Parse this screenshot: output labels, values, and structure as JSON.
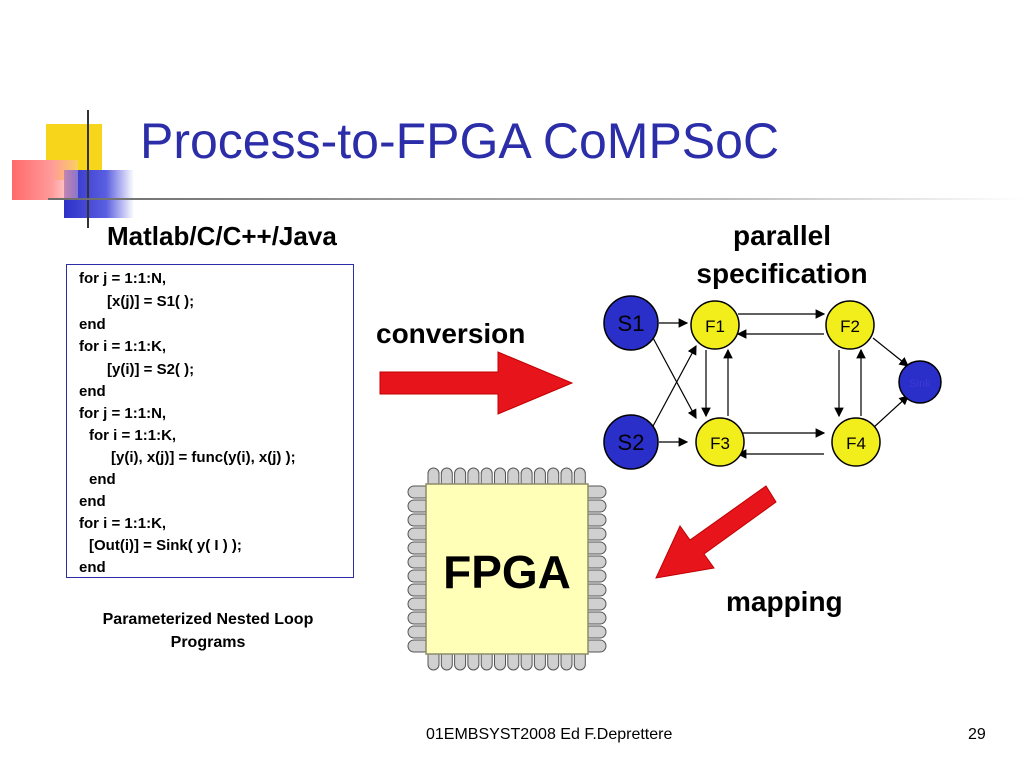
{
  "slide": {
    "title": "Process-to-FPGA CoMPSoC",
    "language_label": "Matlab/C/C++/Java",
    "code_lines": [
      "for j = 1:1:N,",
      "[x(j)] = S1( );",
      "end",
      "for i = 1:1:K,",
      "[y(i)] = S2( );",
      "end",
      "for j = 1:1:N,",
      "for i = 1:1:K,",
      "[y(i), x(j)] = func(y(i), x(j) );",
      "end",
      "end",
      "for i = 1:1:K,",
      "[Out(i)] = Sink( y( I ) );",
      "end"
    ],
    "caption": "Parameterized Nested Loop Programs",
    "conversion_label": "conversion",
    "parallel_label_line1": "parallel",
    "parallel_label_line2": "specification",
    "mapping_label": "mapping",
    "fpga_label": "FPGA",
    "footer": "01EMBSYST2008 Ed F.Deprettere",
    "page_number": "29"
  },
  "graph": {
    "nodes": {
      "s1": "S1",
      "s2": "S2",
      "f1": "F1",
      "f2": "F2",
      "f3": "F3",
      "f4": "F4",
      "sink": "Sink"
    }
  },
  "colors": {
    "title_blue": "#2b2ea8",
    "source_node_blue": "#2b2fc9",
    "process_node_yellow": "#f2ee1c",
    "arrow_red": "#e8141c",
    "fpga_fill": "#ffffb8",
    "pin_gray": "#d0d0d0"
  }
}
